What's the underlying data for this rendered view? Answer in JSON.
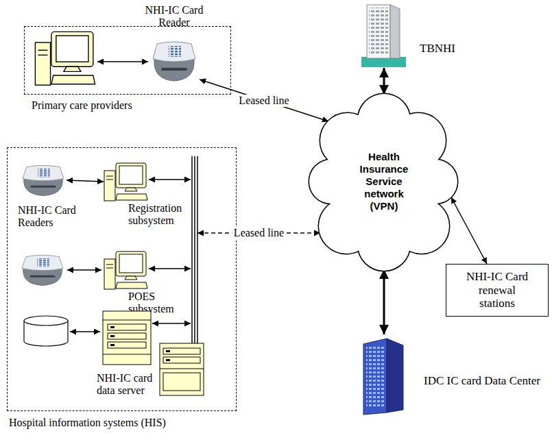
{
  "diagram": {
    "nodes": [
      {
        "text": [
          "Primary care providers"
        ]
      },
      {
        "text": [
          "NHI-IC Card Reader"
        ],
        "in": 0
      },
      {
        "text": [
          "Hospital information systems (HIS)"
        ]
      },
      {
        "text": [
          "NHI-IC Card Readers"
        ],
        "in": 2
      },
      {
        "text": [
          "Registration subsystem"
        ],
        "in": 2
      },
      {
        "text": [
          "POES subsystem"
        ],
        "in": 2
      },
      {
        "text": [
          "NHI-IC card data server"
        ],
        "in": 2
      },
      {
        "text": [
          "Health Insurance Service network (VPN)"
        ]
      },
      {
        "text": [
          "TBNHI"
        ]
      },
      {
        "text": [
          "NHI-IC Card renewal stations"
        ]
      },
      {
        "text": [
          "IDC IC card Data Center"
        ]
      }
    ],
    "edges": [
      {
        "from": 3,
        "to": 4,
        "arrow": "both"
      },
      {
        "from": 1,
        "to": 7,
        "label": "Leased line",
        "arrow": "both"
      },
      {
        "from": 2,
        "to": 7,
        "label": "Leased line",
        "arrow": "both"
      },
      {
        "from": 7,
        "to": 8,
        "arrow": "both"
      },
      {
        "from": 7,
        "to": 9,
        "arrow": "both"
      },
      {
        "from": 7,
        "to": 10,
        "arrow": "both"
      }
    ]
  }
}
